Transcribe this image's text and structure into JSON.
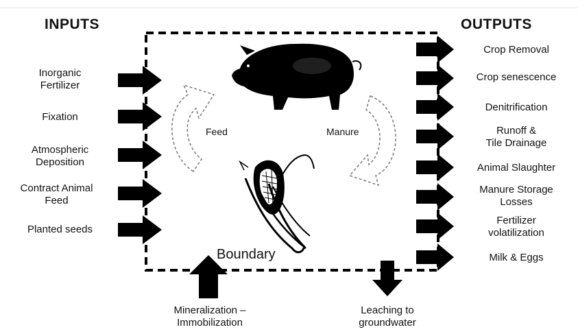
{
  "headers": {
    "inputs": "INPUTS",
    "outputs": "OUTPUTS"
  },
  "inputs": [
    {
      "line1": "Inorganic",
      "line2": "Fertilizer"
    },
    {
      "line1": "Fixation",
      "line2": ""
    },
    {
      "line1": "Atmospheric",
      "line2": "Deposition"
    },
    {
      "line1": "Contract Animal",
      "line2": "Feed"
    },
    {
      "line1": "Planted seeds",
      "line2": ""
    }
  ],
  "outputs": [
    {
      "line1": "Crop Removal",
      "line2": ""
    },
    {
      "line1": "Crop senescence",
      "line2": ""
    },
    {
      "line1": "Denitrification",
      "line2": ""
    },
    {
      "line1": "Runoff &",
      "line2": "Tile Drainage"
    },
    {
      "line1": "Animal Slaughter",
      "line2": ""
    },
    {
      "line1": "Manure Storage",
      "line2": "Losses"
    },
    {
      "line1": "Fertilizer",
      "line2": "volatilization"
    },
    {
      "line1": "Milk & Eggs",
      "line2": ""
    }
  ],
  "center": {
    "feed": "Feed",
    "manure": "Manure",
    "boundary": "Boundary"
  },
  "bottom": {
    "mineralization": {
      "line1": "Mineralization –",
      "line2": "Immobilization"
    },
    "leaching": {
      "line1": "Leaching to",
      "line2": "groundwater"
    }
  },
  "icons": [
    "pig-icon",
    "corn-icon"
  ]
}
